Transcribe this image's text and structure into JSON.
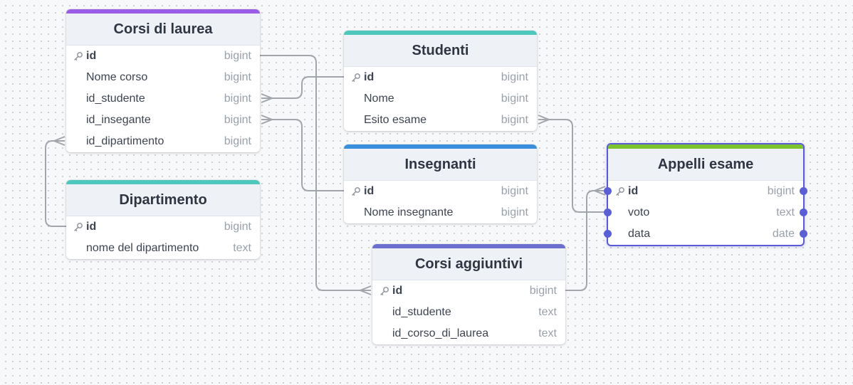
{
  "tables": {
    "corsi_di_laurea": {
      "title": "Corsi di laurea",
      "accent": "#9b5de5",
      "fields": [
        {
          "name": "id",
          "type": "bigint",
          "pk": true
        },
        {
          "name": "Nome corso",
          "type": "bigint"
        },
        {
          "name": "id_studente",
          "type": "bigint"
        },
        {
          "name": "id_insegante",
          "type": "bigint"
        },
        {
          "name": "id_dipartimento",
          "type": "bigint"
        }
      ]
    },
    "dipartimento": {
      "title": "Dipartimento",
      "accent": "#4ec7bd",
      "fields": [
        {
          "name": "id",
          "type": "bigint",
          "pk": true
        },
        {
          "name": "nome del dipartimento",
          "type": "text"
        }
      ]
    },
    "studenti": {
      "title": "Studenti",
      "accent": "#4ec7bd",
      "fields": [
        {
          "name": "id",
          "type": "bigint",
          "pk": true
        },
        {
          "name": "Nome",
          "type": "bigint"
        },
        {
          "name": "Esito esame",
          "type": "bigint"
        }
      ]
    },
    "insegnanti": {
      "title": "Insegnanti",
      "accent": "#3a8fdc",
      "fields": [
        {
          "name": "id",
          "type": "bigint",
          "pk": true
        },
        {
          "name": "Nome insegnante",
          "type": "bigint"
        }
      ]
    },
    "corsi_aggiuntivi": {
      "title": "Corsi aggiuntivi",
      "accent": "#6a6fd0",
      "fields": [
        {
          "name": "id",
          "type": "bigint",
          "pk": true
        },
        {
          "name": "id_studente",
          "type": "text"
        },
        {
          "name": "id_corso_di_laurea",
          "type": "text"
        }
      ]
    },
    "appelli_esame": {
      "title": "Appelli esame",
      "accent": "#7cc42d",
      "fields": [
        {
          "name": "id",
          "type": "bigint",
          "pk": true
        },
        {
          "name": "voto",
          "type": "text"
        },
        {
          "name": "data",
          "type": "date"
        }
      ]
    }
  },
  "relations": [
    {
      "from": "corsi_di_laurea.id",
      "to": "corsi_aggiuntivi.id",
      "to_end": "many"
    },
    {
      "from": "studenti.id",
      "to": "corsi_di_laurea.id_studente",
      "to_end": "many"
    },
    {
      "from": "insegnanti.id",
      "to": "corsi_di_laurea.id_insegante",
      "to_end": "many"
    },
    {
      "from": "dipartimento.id",
      "to": "corsi_di_laurea.id_dipartimento",
      "to_end": "many"
    },
    {
      "from": "appelli_esame.voto",
      "to": "studenti.Esito esame",
      "to_end": "many"
    },
    {
      "from": "corsi_aggiuntivi.id",
      "to": "appelli_esame.id",
      "to_end": "many"
    }
  ],
  "colors": {
    "edge": "#a2a5ab",
    "selection": "#5a5ad6",
    "handle": "#5b5fd6"
  }
}
